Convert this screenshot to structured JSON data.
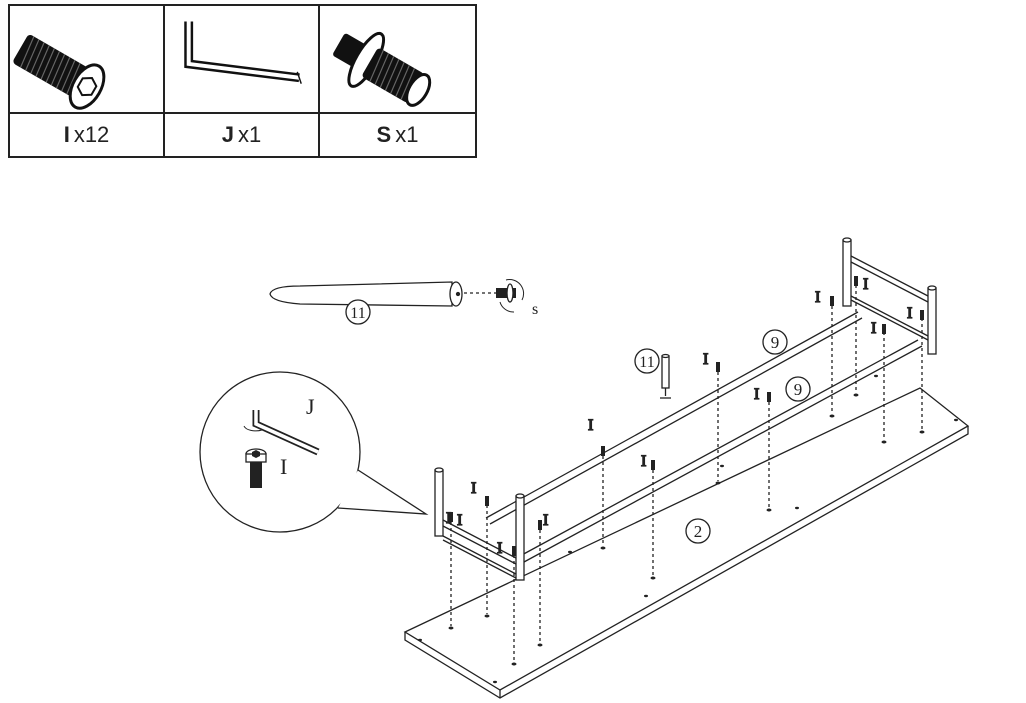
{
  "parts": [
    {
      "letter": "I",
      "qty": "x12",
      "icon": "hex-socket-bolt-icon"
    },
    {
      "letter": "J",
      "qty": "x1",
      "icon": "allen-key-icon"
    },
    {
      "letter": "S",
      "qty": "x1",
      "icon": "washer-bolt-icon"
    }
  ],
  "labels": {
    "leg": "11",
    "leg_upright": "11",
    "screw_s": "s",
    "rail_upper": "9",
    "rail_lower": "9",
    "panel": "2",
    "detail_key": "J",
    "detail_bolt": "I",
    "bolt": "I"
  }
}
